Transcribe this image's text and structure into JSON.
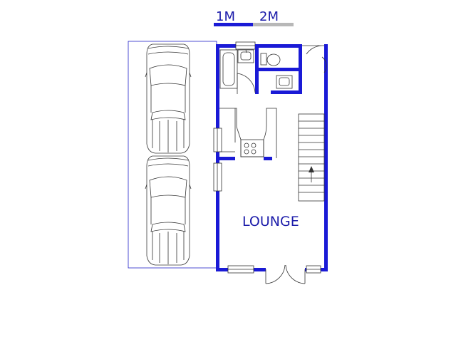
{
  "scale_bar": {
    "label_1": "1M",
    "label_2": "2M",
    "color_primary": "#1a1ad6",
    "color_secondary": "#b8b8b8"
  },
  "rooms": {
    "lounge": "LOUNGE"
  },
  "colors": {
    "wall": "#1a1ad6",
    "label": "#1c1caa",
    "fixture_line": "#333333"
  },
  "features": [
    "scale-bar",
    "carport",
    "car",
    "car",
    "bathroom",
    "toilet",
    "basin",
    "bath",
    "kitchen",
    "stove",
    "staircase",
    "entrance-door",
    "lounge"
  ]
}
